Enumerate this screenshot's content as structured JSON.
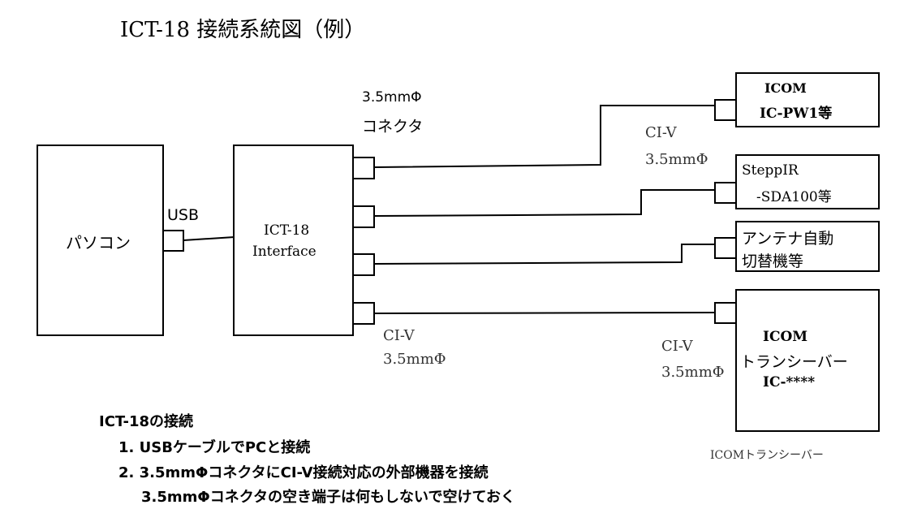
{
  "title": "ICT-18 接続系統図（例）",
  "pc": {
    "label": "パソコン"
  },
  "usb_label": "USB",
  "interface": {
    "line1": "ICT-18",
    "line2": "Interface"
  },
  "connector_label": {
    "line1": "3.5mmΦ",
    "line2": "コネクタ"
  },
  "civ_labels": {
    "upper_right": {
      "line1": "CI-V",
      "line2": "3.5mmΦ"
    },
    "bottom_left": {
      "line1": "CI-V",
      "line2": "3.5mmΦ"
    },
    "bottom_right": {
      "line1": "CI-V",
      "line2": "3.5mmΦ"
    }
  },
  "devices": {
    "icom_pw1": {
      "line1": "ICOM",
      "line2": "IC-PW1等"
    },
    "steppir": {
      "line1": "SteppIR",
      "line2": "-SDA100等"
    },
    "antenna_switch": {
      "line1": "アンテナ自動",
      "line2": "切替機等"
    },
    "transceiver": {
      "line1": "ICOM",
      "line2": "トランシーバー",
      "line3": "IC-****"
    }
  },
  "transceiver_caption": "ICOMトランシーバー",
  "notes": {
    "heading": "ICT-18の接続",
    "item1": "1. USBケーブルでPCと接続",
    "item2": "2. 3.5mmΦコネクタにCI-V接続対応の外部機器を接続",
    "item3": "3.5mmΦコネクタの空き端子は何もしないで空けておく"
  }
}
